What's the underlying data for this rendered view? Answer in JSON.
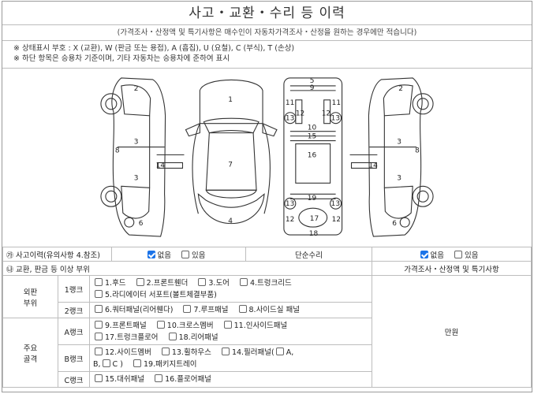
{
  "title": "사고・교환・수리 등 이력",
  "subtitle": "(가격조사・산정액 및 특기사항은 매수인이 자동차가격조사・산정을 원하는 경우에만 적습니다)",
  "legend": {
    "line1": "※ 상태표시 부호 : X (교환), W (판금 또는 용접), A (흠집), U (요철), C (부식), T (손상)",
    "line2": "※ 하단 항목은 승용차 기준이며, 기타 자동차는 승용차에 준하여 표시"
  },
  "diagram_labels": {
    "left_side": [
      "2",
      "3",
      "8",
      "3",
      "14",
      "6"
    ],
    "top_view": [
      "1",
      "7",
      "4"
    ],
    "underside": [
      "5",
      "9",
      "11",
      "12",
      "12",
      "11",
      "13",
      "13",
      "10",
      "15",
      "16",
      "19",
      "13",
      "13",
      "12",
      "17",
      "12",
      "18"
    ],
    "right_side": [
      "2",
      "3",
      "8",
      "14",
      "3",
      "6"
    ]
  },
  "accident": {
    "marker": "㉮",
    "label": "사고이력(유의사항 4.참조)",
    "none": "없음",
    "exists": "있음",
    "none_checked": true
  },
  "simple_repair": {
    "label": "단순수리",
    "none": "없음",
    "exists": "있음",
    "none_checked": true
  },
  "parts_header": {
    "marker": "㉯",
    "label": "교환, 판금 등 이상 부위",
    "price_header": "가격조사・산정액 및 특기사항"
  },
  "outer": {
    "label_line1": "외판",
    "label_line2": "부위",
    "rank1": "1랭크",
    "rank1_items": [
      "1.후드",
      "2.프론트휀더",
      "3.도어",
      "4.트렁크리드",
      "5.라디에이터 서포트(볼트체결부품)"
    ],
    "rank2": "2랭크",
    "rank2_items": [
      "6.쿼터패널(리어휀다)",
      "7.루프패널",
      "8.사이드실 패널"
    ]
  },
  "main_frame": {
    "label_line1": "주요",
    "label_line2": "골격",
    "a_rank": "A랭크",
    "a_items": [
      "9.프론트패널",
      "10.크로스멤버",
      "11.인사이드패널",
      "17.트렁크플로어",
      "18.리어패널"
    ],
    "b_rank": "B랭크",
    "b_items": [
      "12.사이드멤버",
      "13.휠하우스",
      "14.필러패널(",
      "A,",
      "B,",
      "C )",
      "19.패키지트레이"
    ],
    "c_rank": "C랭크",
    "c_items": [
      "15.대쉬패널",
      "16.플로어패널"
    ]
  },
  "price_unit": "만원"
}
